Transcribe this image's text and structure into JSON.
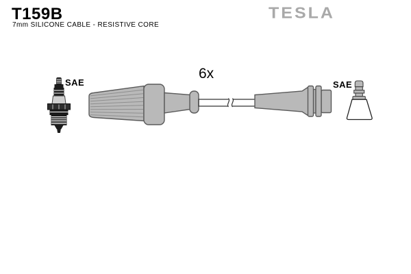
{
  "header": {
    "part_number": "T159B",
    "subtitle": "7mm SILICONE CABLE - RESISTIVE CORE",
    "brand_logo": "TESLA"
  },
  "diagram": {
    "quantity_label": "6x",
    "left_terminal_label": "SAE",
    "right_terminal_label": "SAE",
    "icons": {
      "left": "spark-plug-icon",
      "center": "ignition-cable-icon",
      "right": "plug-boot-icon"
    }
  },
  "colors": {
    "background": "#ffffff",
    "text": "#000000",
    "brand_gray": "#a9a9a9",
    "part_fill": "#b9b9b9",
    "part_outline": "#5a5a5a",
    "plug_dark": "#1c1c1c",
    "cable_outline": "#333333"
  }
}
